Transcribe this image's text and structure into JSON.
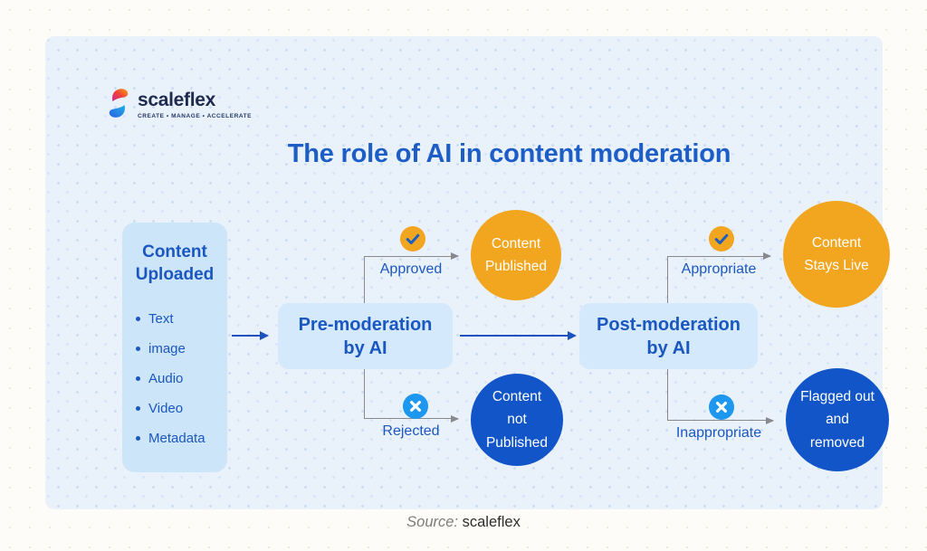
{
  "logo": {
    "name": "scaleflex",
    "tagline": "CREATE • MANAGE • ACCELERATE"
  },
  "title": {
    "text": "The role of AI in content moderation"
  },
  "diagram": {
    "content_uploaded": {
      "title": "Content\nUploaded",
      "items": [
        "Text",
        "image",
        "Audio",
        "Video",
        "Metadata"
      ]
    },
    "pre_moderation": {
      "label": "Pre-moderation\nby AI"
    },
    "post_moderation": {
      "label": "Post-moderation\nby AI"
    },
    "branches": {
      "approved": {
        "label": "Approved",
        "icon": "check-icon",
        "outcome": "Content\nPublished"
      },
      "rejected": {
        "label": "Rejected",
        "icon": "cross-icon",
        "outcome": "Content\nnot\nPublished"
      },
      "appropriate": {
        "label": "Appropriate",
        "icon": "check-icon",
        "outcome": "Content\nStays Live"
      },
      "inappropriate": {
        "label": "Inappropriate",
        "icon": "cross-icon",
        "outcome": "Flagged out\nand\nremoved"
      }
    }
  },
  "footer": {
    "source_label": "Source:",
    "source_value": "scaleflex"
  },
  "colors": {
    "title_blue": "#1c5dc6",
    "text_blue": "#1b57c0",
    "panel_fill_blue": "#cde5f8",
    "node_fill_blue": "#d4e9fb",
    "accent_orange": "#f2a51f",
    "accent_dark_blue": "#1155c8",
    "cross_icon_blue": "#1d97f0",
    "connector_gray": "#87898c",
    "arrow_blue": "#1a53be",
    "card_background": "#e9f1fb"
  }
}
